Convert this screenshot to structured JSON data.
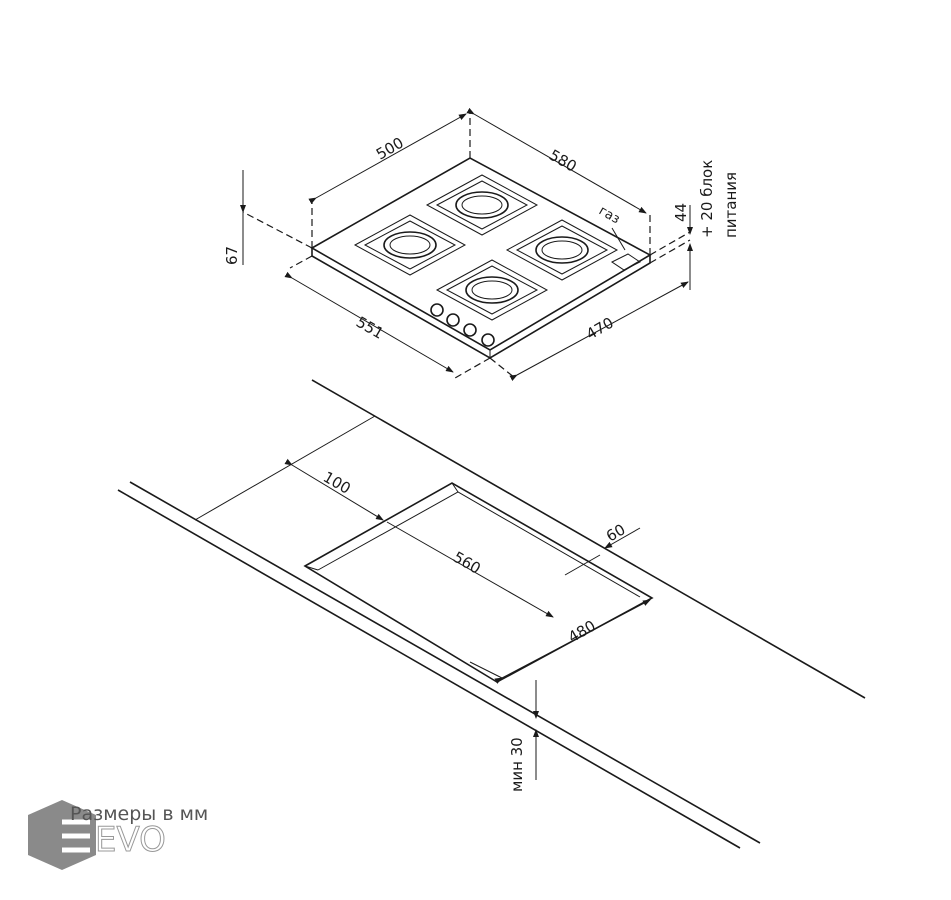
{
  "hob": {
    "width": "500",
    "depth_top": "580",
    "front": "551",
    "side": "470",
    "height": "67",
    "connector": "44",
    "gas": "газ",
    "power_1": "+ 20 блок",
    "power_2": "питания"
  },
  "cutout": {
    "offset": "100",
    "length": "560",
    "width": "480",
    "back": "60",
    "min_thickness": "мин 30"
  },
  "caption": "Размеры в мм",
  "watermark": "EVO"
}
